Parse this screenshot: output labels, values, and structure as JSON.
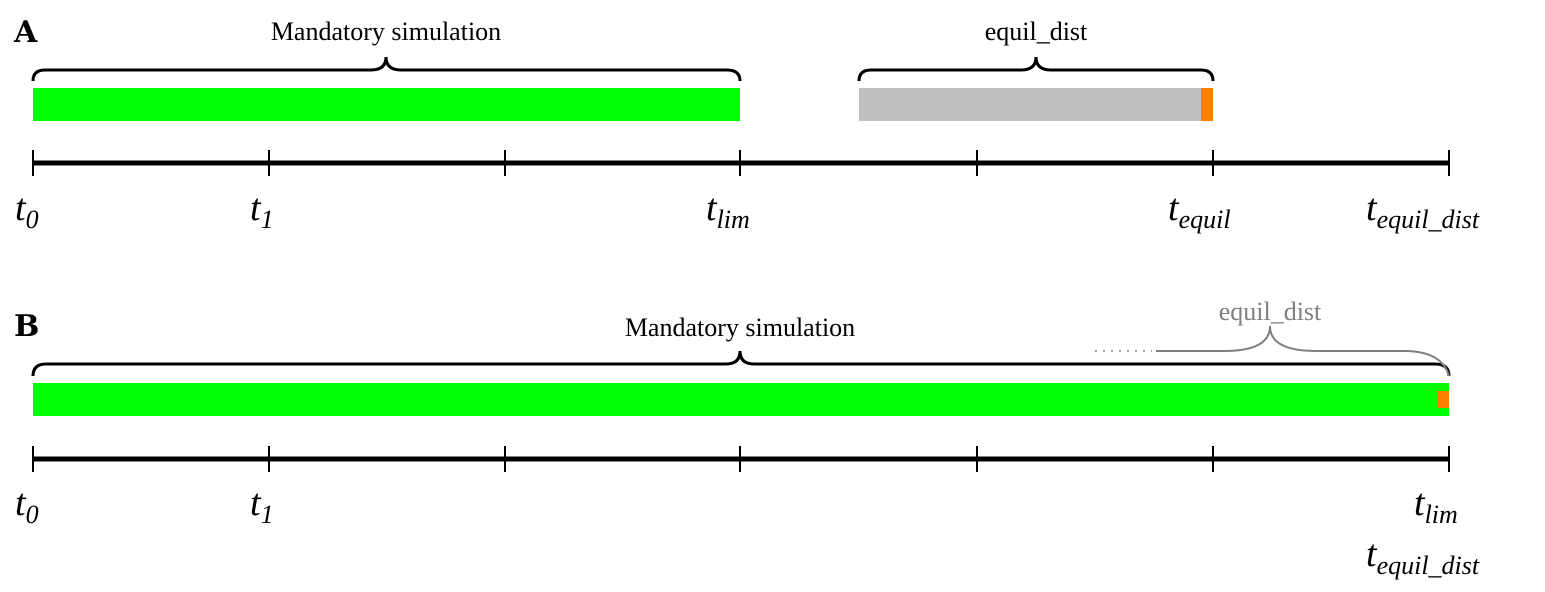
{
  "panel_a": {
    "label": "A",
    "brace_mandatory": "Mandatory simulation",
    "brace_equil": "equil_dist",
    "ticks": [
      {
        "base": "t",
        "sub": "0"
      },
      {
        "base": "t",
        "sub": "1"
      },
      {
        "base": "t",
        "sub": "lim"
      },
      {
        "base": "t",
        "sub": "equil"
      },
      {
        "base": "t",
        "sub": "equil_dist"
      }
    ]
  },
  "panel_b": {
    "label": "B",
    "brace_mandatory": "Mandatory simulation",
    "brace_equil": "equil_dist",
    "ticks": [
      {
        "base": "t",
        "sub": "0"
      },
      {
        "base": "t",
        "sub": "1"
      },
      {
        "base": "t",
        "sub": "lim"
      },
      {
        "base": "t",
        "sub": "equil_dist"
      }
    ]
  },
  "colors": {
    "mandatory_bar": "#00ff00",
    "equil_bar": "#c0c0c0",
    "equil_marker": "#ff8000",
    "axis": "#000000",
    "faded_brace": "#808080"
  }
}
